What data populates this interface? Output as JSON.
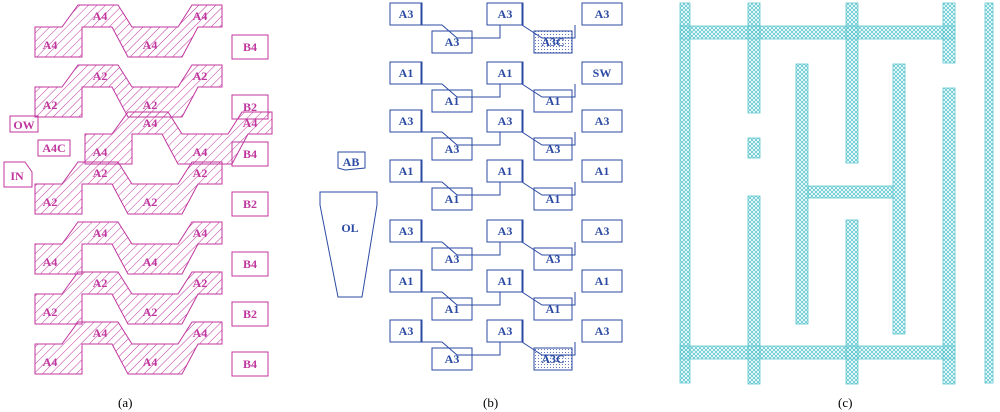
{
  "colors": {
    "magenta": "#c0369e",
    "blue": "#2b4aa3",
    "cyan": "#5fc7cf"
  },
  "captions": [
    "(a)",
    "(b)",
    "(c)"
  ],
  "panel_a": {
    "rows": [
      {
        "top": "A4",
        "bottom": "A4",
        "side": "B4"
      },
      {
        "top": "A2",
        "bottom": "A2",
        "side": "B2"
      },
      {
        "top": "A4",
        "bottom": "A4",
        "side": "B4"
      },
      {
        "top": "A2",
        "bottom": "A2",
        "side": "B2"
      },
      {
        "top": "A4",
        "bottom": "A4",
        "side": "B4"
      },
      {
        "top": "A2",
        "bottom": "A2",
        "side": "B2"
      },
      {
        "top": "A4",
        "bottom": "A4",
        "side": "B4"
      }
    ],
    "extra": {
      "ow": "OW",
      "a4c": "A4C",
      "in": "IN"
    }
  },
  "panel_b": {
    "rows": [
      {
        "top": [
          "A3",
          "A3",
          "A3"
        ],
        "bottom": [
          "A3",
          "A3C"
        ]
      },
      {
        "top": [
          "A1",
          "A1",
          "SW"
        ],
        "bottom": [
          "A1",
          "A1"
        ]
      },
      {
        "top": [
          "A3",
          "A3",
          "A3"
        ],
        "bottom": [
          "A3",
          "A3"
        ]
      },
      {
        "top": [
          "A1",
          "A1",
          "A1"
        ],
        "bottom": [
          "A1",
          "A1"
        ]
      },
      {
        "top": [
          "A3",
          "A3",
          "A3"
        ],
        "bottom": [
          "A3",
          "A3"
        ]
      },
      {
        "top": [
          "A1",
          "A1",
          "A1"
        ],
        "bottom": [
          "A1",
          "A1"
        ]
      },
      {
        "top": [
          "A3",
          "A3",
          "A3"
        ],
        "bottom": [
          "A3",
          "A3C"
        ]
      }
    ],
    "extra": {
      "ab": "AB",
      "ol": "OL"
    }
  }
}
